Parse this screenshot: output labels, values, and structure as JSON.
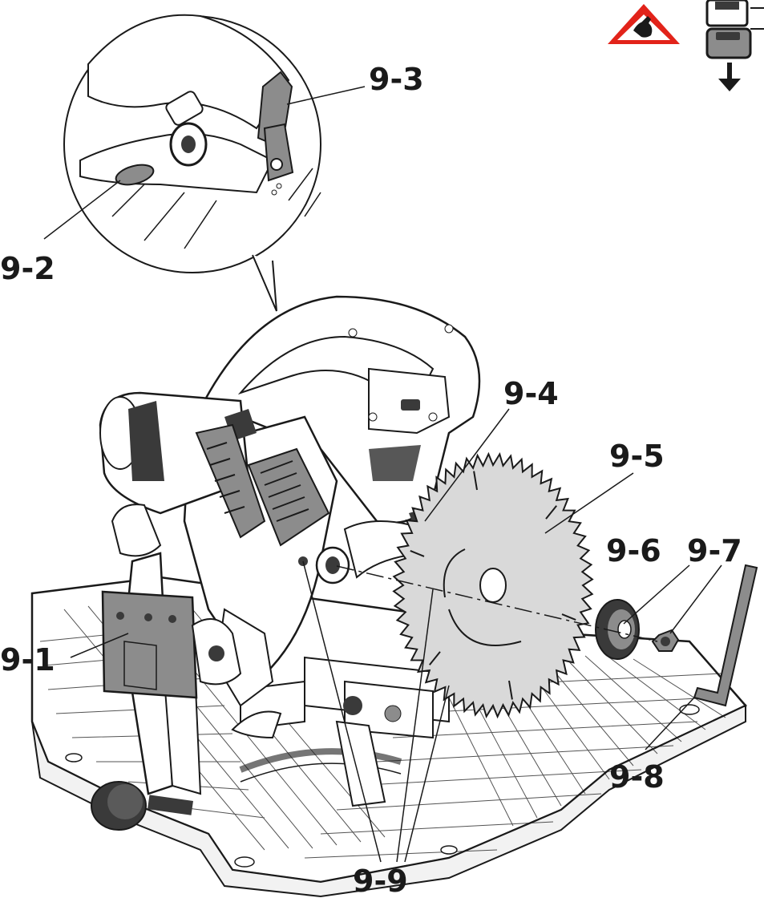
{
  "callouts": {
    "c1": "9-1",
    "c2": "9-2",
    "c3": "9-3",
    "c4": "9-4",
    "c5": "9-5",
    "c6": "9-6",
    "c7": "9-7",
    "c8": "9-8",
    "c9": "9-9"
  },
  "colors": {
    "line": "#1a1a1a",
    "blade": "#d9d9d9",
    "grey_part": "#8c8c8c",
    "dark_part": "#3a3a3a",
    "warning_red": "#e2231a"
  },
  "icons": {
    "warning": "hand-cut-warning-icon",
    "battery_remove": "battery-remove-icon"
  }
}
